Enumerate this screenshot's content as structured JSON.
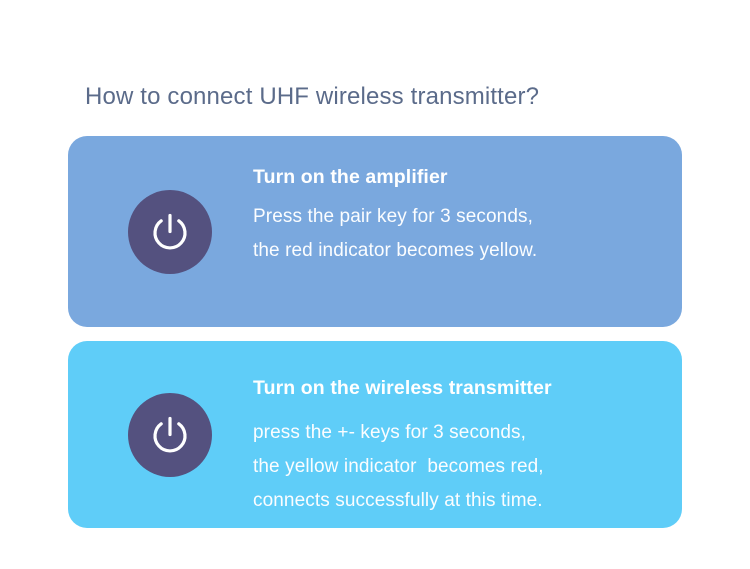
{
  "page": {
    "title": "How to connect UHF wireless transmitter?",
    "background_color": "#ffffff",
    "title_color": "#5b6b8a"
  },
  "cards": [
    {
      "icon": "power-icon",
      "icon_circle_color": "#54517f",
      "icon_glyph_color": "#ffffff",
      "background_color": "#7aa8de",
      "heading": "Turn on the amplifier",
      "lines": [
        "Press the pair key for 3 seconds,",
        "the red indicator becomes yellow."
      ]
    },
    {
      "icon": "power-icon",
      "icon_circle_color": "#54517f",
      "icon_glyph_color": "#ffffff",
      "background_color": "#5fcdf8",
      "heading": "Turn on the wireless transmitter",
      "lines": [
        "press the +- keys for 3 seconds,",
        "the yellow indicator  becomes red,",
        "connects successfully at this time."
      ]
    }
  ]
}
